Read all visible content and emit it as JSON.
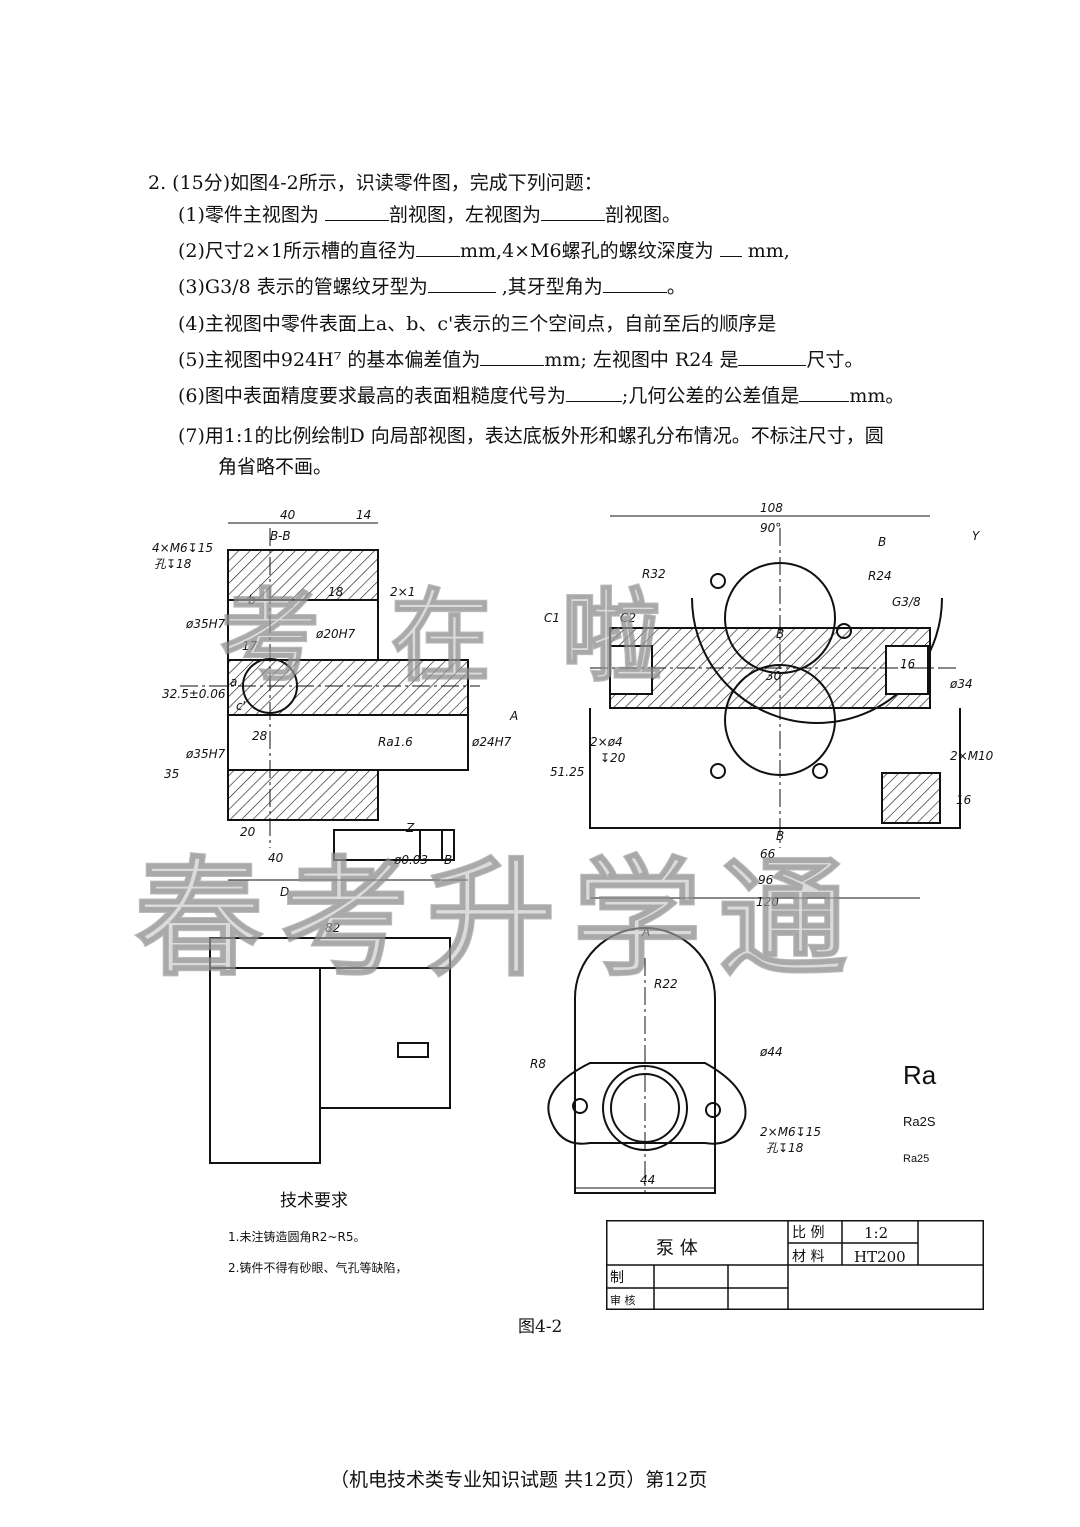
{
  "question": {
    "title": "2. (15分)如图4-2所示，识读零件图，完成下列问题：",
    "items": [
      {
        "pre": "(1)零件主视图为 ",
        "mid": "剖视图，左视图为",
        "post": "剖视图。"
      },
      {
        "pre": "(2)尺寸2×1所示槽的直径为",
        "mid": "mm,4×M6螺孔的螺纹深度为  ",
        "post": " mm,"
      },
      {
        "pre": "(3)G3/8 表示的管螺纹牙型为",
        "mid": " ,其牙型角为",
        "post": "。"
      },
      {
        "pre": "(4)主视图中零件表面上a、b、c'表示的三个空间点，自前至后的顺序是"
      },
      {
        "pre": "(5)主视图中924H⁷ 的基本偏差值为",
        "mid": "mm;   左视图中 R24 是",
        "post": "尺寸。"
      },
      {
        "pre": "(6)图中表面精度要求最高的表面粗糙度代号为",
        "mid": ";几何公差的公差值是",
        "post": "mm。"
      },
      {
        "pre": "(7)用1:1的比例绘制D 向局部视图，表达底板外形和螺孔分布情况。不标注尺寸，圆"
      }
    ],
    "item7_cont": "角省略不画。"
  },
  "drawing": {
    "dims_left": [
      "40",
      "14",
      "B-B",
      "4×M6↧15",
      "孔↧18",
      "18",
      "2×1",
      "17",
      "ø35H7",
      "32.5±0.06",
      "ø20H7",
      "28",
      "Ra1.6",
      "ø24H7",
      "ø35H7",
      "35",
      "20",
      "40",
      "ø0.03",
      "B",
      "82",
      "D",
      "A",
      "b",
      "a",
      "c'"
    ],
    "dims_right": [
      "108",
      "90°",
      "B",
      "R32",
      "R24",
      "G3/8",
      "C1",
      "C2",
      "16",
      "30",
      "ø34",
      "B",
      "51.25",
      "2×ø4",
      "↧20",
      "2×M10",
      "16",
      "B",
      "66",
      "96",
      "120",
      "Y",
      "Z"
    ],
    "dims_bottom": [
      "A",
      "R22",
      "ø44",
      "R8",
      "2×M6↧15",
      "孔↧18",
      "44"
    ]
  },
  "ra_legend": {
    "big": "Ra",
    "items": [
      "Ra2S",
      "Ra25"
    ]
  },
  "tech": {
    "title": "技术要求",
    "items": [
      "1.未注铸造圆角R2~R5。",
      "2.铸件不得有砂眼、气孔等缺陷，"
    ]
  },
  "title_block": {
    "name": "泵    体",
    "scale_label": "比  例",
    "scale": "1:2",
    "material_label": "材  料",
    "material": "HT200",
    "made_by": "制",
    "checked_by": "审  核"
  },
  "caption": "图4-2",
  "footer": "（机电技术类专业知识试题  共12页）第12页",
  "watermarks": [
    "考 在 啦",
    "春考升学通"
  ]
}
